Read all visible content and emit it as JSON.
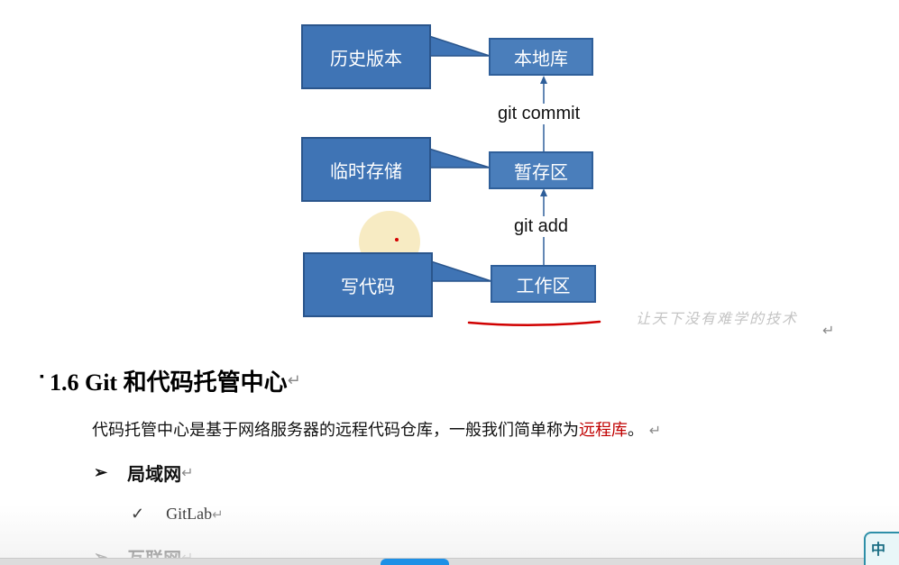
{
  "diagram": {
    "stage_boxes": {
      "local_repo": "本地库",
      "staging": "暂存区",
      "workspace": "工作区"
    },
    "callouts": {
      "history": "历史版本",
      "temp_storage": "临时存储",
      "write_code": "写代码"
    },
    "commands": {
      "commit": "git commit",
      "add": "git add"
    },
    "colors": {
      "box_fill": "#4a7ebb",
      "box_border": "#2f5f9a",
      "arrow": "#2f5f9a",
      "underline": "#d00000",
      "cursor_halo": "#f6e7b8"
    }
  },
  "watermark": "让天下没有难学的技术",
  "paragraph_mark": "↵",
  "section": {
    "bullet": "▪",
    "heading": "1.6 Git 和代码托管中心",
    "body_prefix": "代码托管中心是基于网络服务器的远程代码仓库，一般我们简单称为",
    "body_highlight": "远程库",
    "body_suffix": "。",
    "list": [
      {
        "marker": "➢",
        "label": "局域网",
        "children": [
          {
            "marker": "✓",
            "label": "GitLab"
          }
        ]
      },
      {
        "marker": "➢",
        "label": "互联网"
      }
    ]
  },
  "ime": {
    "label": "中"
  }
}
